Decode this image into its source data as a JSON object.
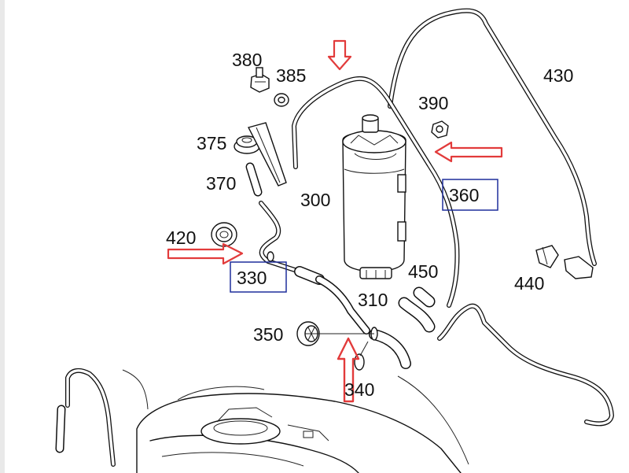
{
  "diagram": {
    "colors": {
      "arrow": "#e23b3b",
      "highlight_box": "#1f2f9c",
      "line": "#111111"
    },
    "callouts": [
      {
        "id": "p380",
        "text": "380"
      },
      {
        "id": "p385",
        "text": "385"
      },
      {
        "id": "p375",
        "text": "375"
      },
      {
        "id": "p370",
        "text": "370"
      },
      {
        "id": "p300",
        "text": "300"
      },
      {
        "id": "p390",
        "text": "390"
      },
      {
        "id": "p430",
        "text": "430"
      },
      {
        "id": "p360",
        "text": "360",
        "boxed": true
      },
      {
        "id": "p420",
        "text": "420"
      },
      {
        "id": "p330",
        "text": "330",
        "boxed": true
      },
      {
        "id": "p450",
        "text": "450"
      },
      {
        "id": "p310",
        "text": "310"
      },
      {
        "id": "p440",
        "text": "440"
      },
      {
        "id": "p350",
        "text": "350"
      },
      {
        "id": "p340",
        "text": "340"
      }
    ],
    "arrows": [
      {
        "id": "arrow-top",
        "direction": "down"
      },
      {
        "id": "arrow-right",
        "direction": "left"
      },
      {
        "id": "arrow-left",
        "direction": "right"
      },
      {
        "id": "arrow-bottom",
        "direction": "up"
      }
    ]
  }
}
